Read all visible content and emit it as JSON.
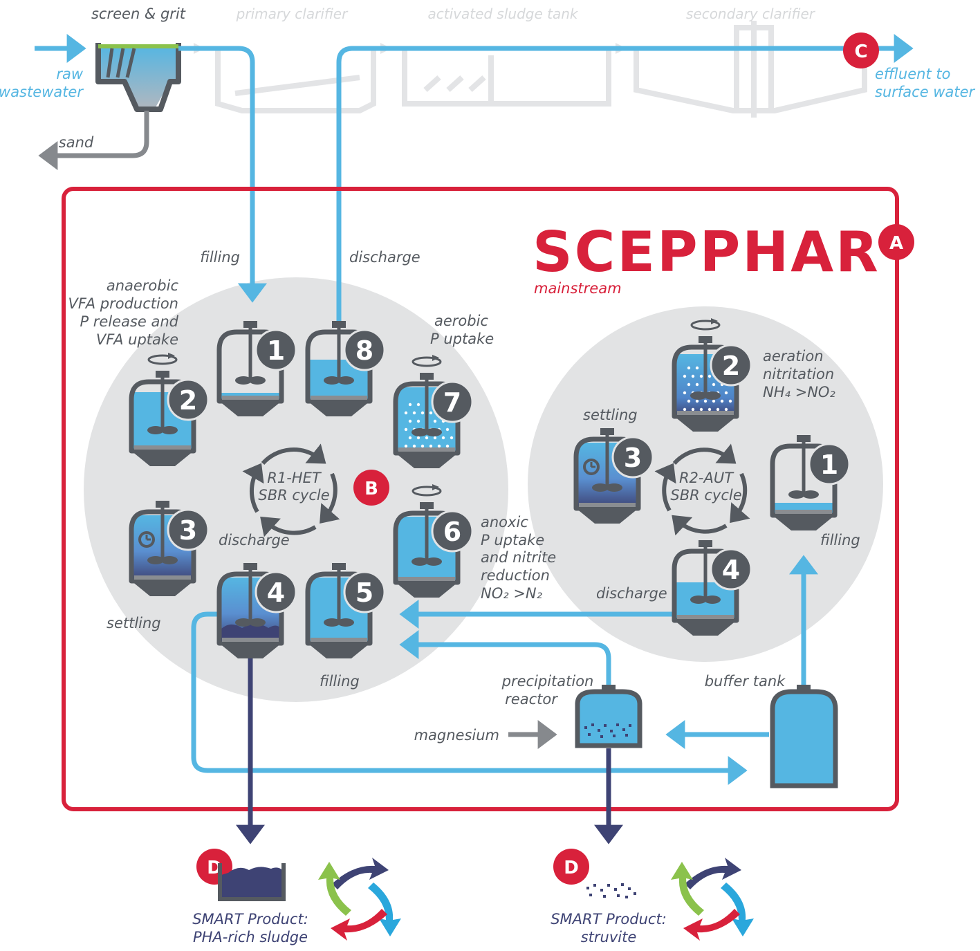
{
  "title": "SCEPPHAR",
  "subtitle": "mainstream",
  "badges": {
    "a": "A",
    "b": "B",
    "c": "C",
    "d": "D"
  },
  "top": {
    "screen_grit": "screen & grit",
    "primary_clarifier": "primary clarifier",
    "activated_sludge_tank": "activated sludge tank",
    "secondary_clarifier": "secondary clarifier",
    "raw_1": "raw",
    "raw_2": "wastewater",
    "effluent_1": "effluent to",
    "effluent_2": "surface water",
    "sand": "sand"
  },
  "r1": {
    "cycle_1": "R1-HET",
    "cycle_2": "SBR cycle",
    "filling_top": "filling",
    "discharge_top": "discharge",
    "anaerobic": [
      "anaerobic",
      "VFA production",
      "P release and",
      "VFA uptake"
    ],
    "aerobic": [
      "aerobic",
      "P uptake"
    ],
    "anoxic": [
      "anoxic",
      "P uptake",
      "and nitrite",
      "reduction"
    ],
    "nitrite_formula": "NO₂ >N₂",
    "settling": "settling",
    "discharge_mid": "discharge",
    "filling_bottom": "filling",
    "steps": [
      "1",
      "2",
      "3",
      "4",
      "5",
      "6",
      "7",
      "8"
    ]
  },
  "r2": {
    "cycle_1": "R2-AUT",
    "cycle_2": "SBR cycle",
    "aeration": [
      "aeration",
      "nitritation"
    ],
    "ammonium_formula": "NH₄ >NO₂",
    "settling": "settling",
    "filling": "filling",
    "discharge": "discharge",
    "steps": [
      "1",
      "2",
      "3",
      "4"
    ]
  },
  "units": {
    "precip_1": "precipitation",
    "precip_2": "reactor",
    "buffer": "buffer tank",
    "magnesium": "magnesium"
  },
  "products": {
    "pha_1": "SMART Product:",
    "pha_2": "PHA-rich sludge",
    "struvite_1": "SMART Product:",
    "struvite_2": "struvite"
  },
  "colors": {
    "red": "#d8213b",
    "blue": "#55b6e2",
    "navy": "#3e4374",
    "grey_circle": "#e2e3e4",
    "dark": "#555a60",
    "green": "#8bc24c"
  }
}
